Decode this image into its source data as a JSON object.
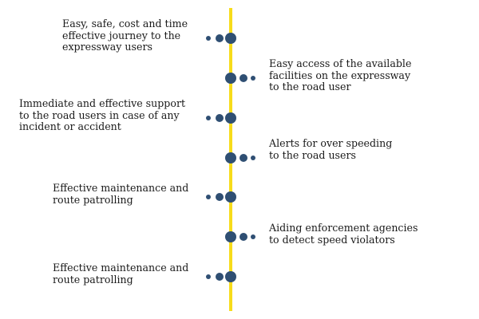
{
  "colors": {
    "line": "#f7dc1b",
    "dot": "#2f4f73",
    "text": "#1a1a1a"
  },
  "items": [
    {
      "side": "left",
      "text": "Easy, safe, cost and time\neffective journey to the\nexpressway users"
    },
    {
      "side": "right",
      "text": "Easy access of the available\nfacilities on the expressway\nto the road user"
    },
    {
      "side": "left",
      "text": "Immediate and effective support\nto the road users in case of any\nincident or accident"
    },
    {
      "side": "right",
      "text": "Alerts for over speeding\nto the road users"
    },
    {
      "side": "left",
      "text": "Effective maintenance and\nroute patrolling"
    },
    {
      "side": "right",
      "text": "Aiding enforcement agencies\nto detect speed violators"
    },
    {
      "side": "left",
      "text": "Effective maintenance and\nroute patrolling"
    }
  ]
}
